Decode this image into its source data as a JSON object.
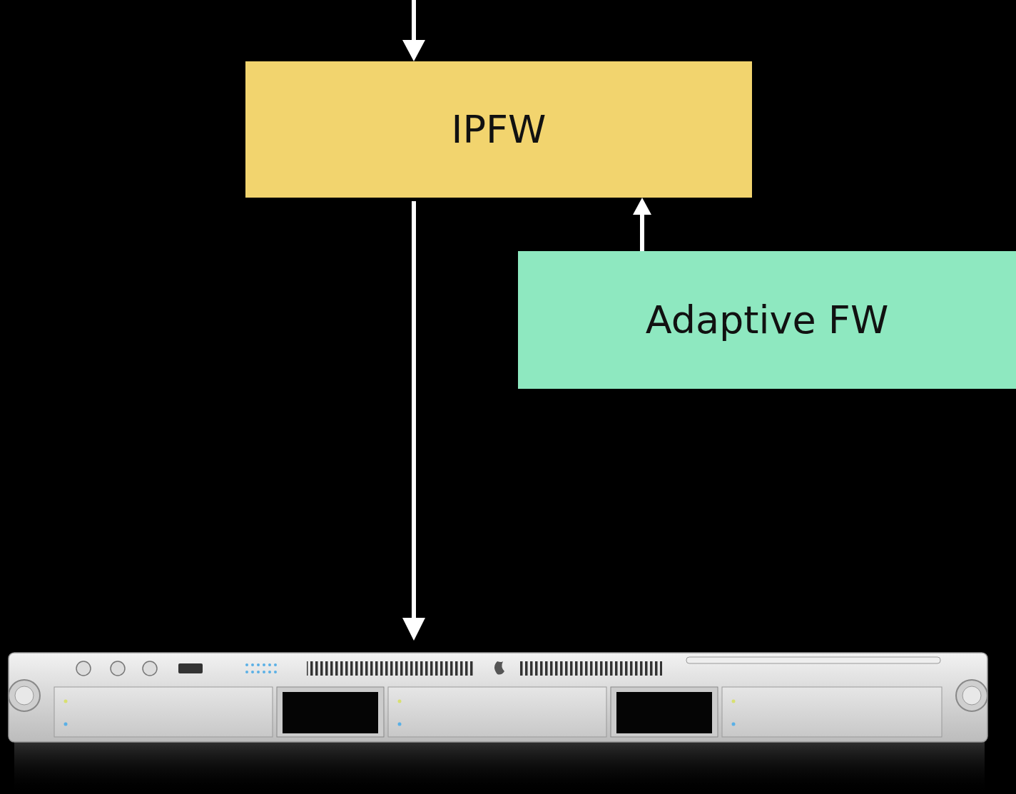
{
  "diagram": {
    "nodes": [
      {
        "text": [
          "IPFW"
        ]
      },
      {
        "text": [
          "Adaptive FW"
        ]
      }
    ],
    "edges": [
      {
        "from": 1,
        "to": 0,
        "arrow": "to"
      }
    ]
  }
}
